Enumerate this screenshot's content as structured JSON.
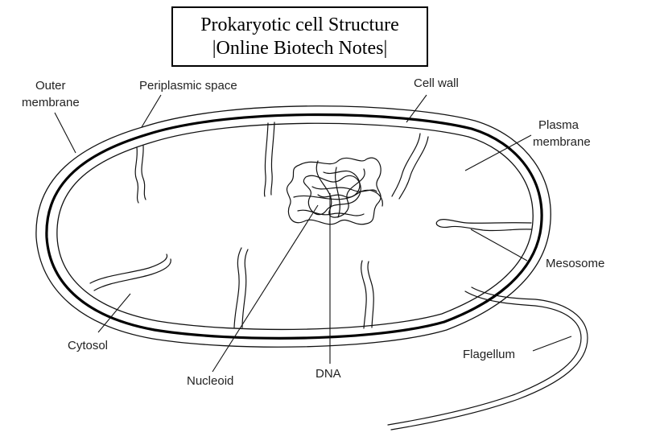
{
  "title": {
    "line1": "Prokaryotic cell Structure",
    "line2": "|Online Biotech Notes|"
  },
  "labels": {
    "outer_membrane_1": "Outer",
    "outer_membrane_2": "membrane",
    "periplasmic_space": "Periplasmic space",
    "cell_wall": "Cell wall",
    "plasma_membrane_1": "Plasma",
    "plasma_membrane_2": "membrane",
    "mesosome": "Mesosome",
    "cytosol": "Cytosol",
    "nucleoid": "Nucleoid",
    "dna": "DNA",
    "flagellum": "Flagellum"
  },
  "colors": {
    "line": "#111111",
    "background": "#ffffff"
  }
}
